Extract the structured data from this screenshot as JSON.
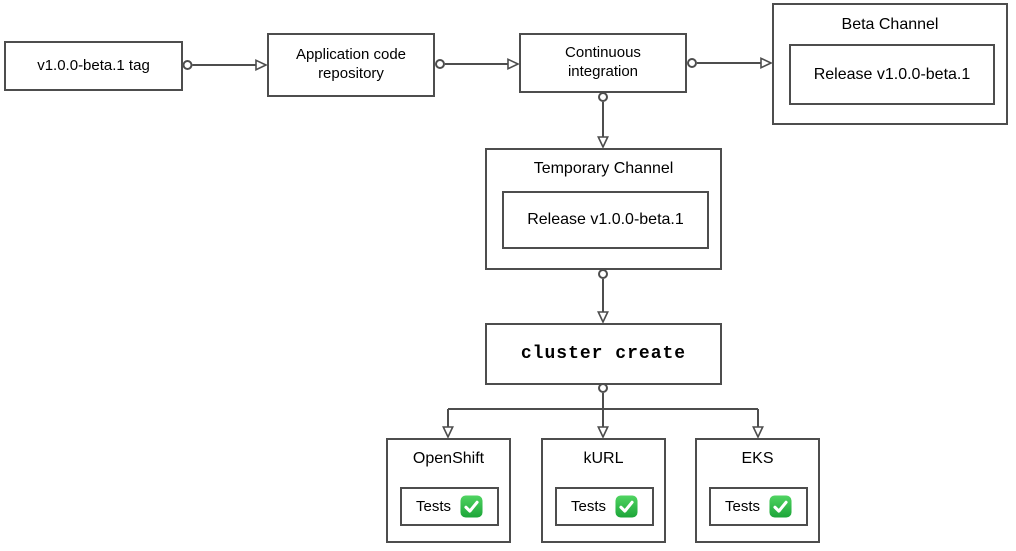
{
  "diagram": {
    "nodes": {
      "tag": {
        "label": "v1.0.0-beta.1 tag"
      },
      "repo": {
        "label": "Application code repository"
      },
      "ci": {
        "label": "Continuous integration"
      },
      "beta_channel": {
        "title": "Beta Channel",
        "release": "Release v1.0.0-beta.1"
      },
      "temp_channel": {
        "title": "Temporary Channel",
        "release": "Release v1.0.0-beta.1"
      },
      "cluster_create": {
        "label": "cluster create"
      },
      "clusters": [
        {
          "title": "OpenShift",
          "tests_label": "Tests",
          "status_icon": "check-mark-green"
        },
        {
          "title": "kURL",
          "tests_label": "Tests",
          "status_icon": "check-mark-green"
        },
        {
          "title": "EKS",
          "tests_label": "Tests",
          "status_icon": "check-mark-green"
        }
      ]
    },
    "colors": {
      "background": "#ffffff",
      "text": "#000000",
      "box_border": "#4d4d4d",
      "connector": "#4d4d4d",
      "check_green_top": "#50d462",
      "check_green_bottom": "#1ca538"
    }
  }
}
